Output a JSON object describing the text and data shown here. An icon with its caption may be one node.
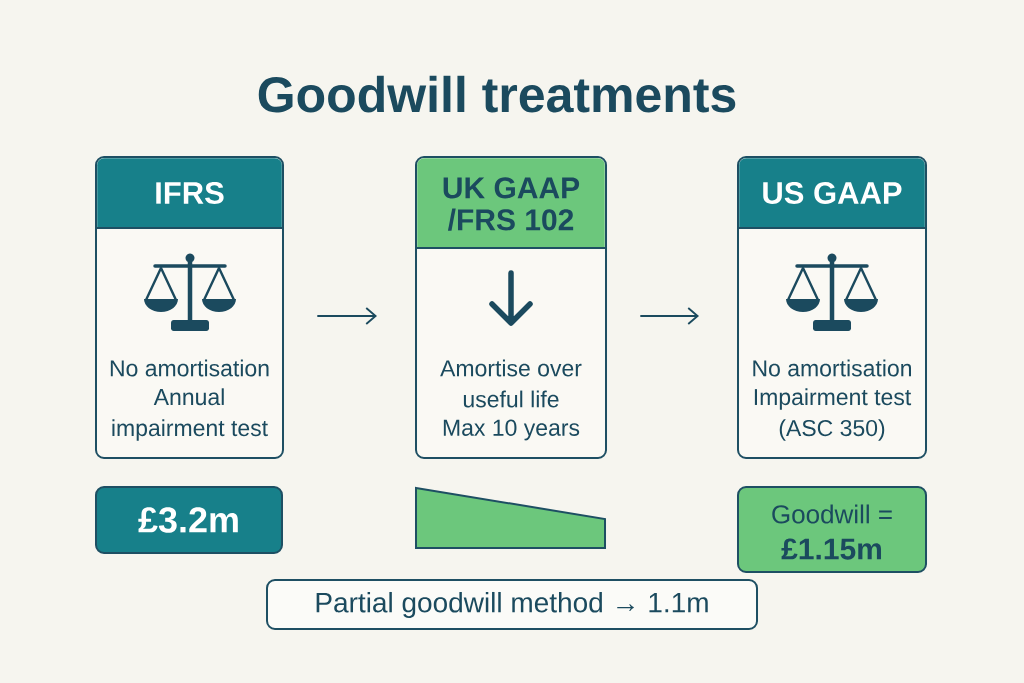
{
  "diagram": {
    "title": "Goodwill treatments",
    "nodes": [
      {
        "text": [
          "IFRS",
          "No amortisation",
          "Annual impairment test"
        ]
      },
      {
        "text": [
          "UK GAAP /FRS 102",
          "Amortise over useful life",
          "Max 10 years"
        ]
      },
      {
        "text": [
          "US GAAP",
          "No amortisation",
          "Impairment test (ASC 350)"
        ]
      },
      {
        "text": [
          "£3.2m"
        ]
      },
      {
        "text": [],
        "shape": "trapezoid"
      },
      {
        "text": [
          "Goodwill =",
          "£1.15m"
        ]
      },
      {
        "text": [
          "Partial goodwill method → 1.1m"
        ]
      }
    ],
    "edges": [
      {
        "from": 0,
        "to": 1,
        "arrow": "to"
      },
      {
        "from": 1,
        "to": 2,
        "arrow": "to"
      }
    ]
  }
}
